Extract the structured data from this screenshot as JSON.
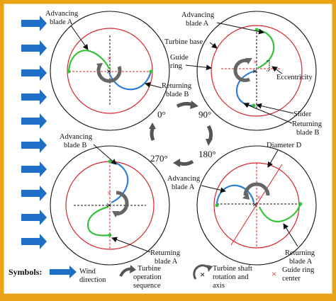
{
  "labels": {
    "advancing_a_1": "Advancing",
    "advancing_a_2": "blade A",
    "advancing_a2_1": "Advancing",
    "advancing_a2_2": "blade A",
    "turbine_base": "Turbine base",
    "guide_ring_1": "Guide",
    "guide_ring_2": "ring",
    "eccentricity": "Eccentricity",
    "returning_b_1": "Returning",
    "returning_b_2": "blade B",
    "slider": "Slider",
    "returning_b2_1": "Returning",
    "returning_b2_2": "blade B",
    "advancing_b_1": "Advancing",
    "advancing_b_2": "blade B",
    "diameter": "Diameter D",
    "advancing_a3_1": "Advancing",
    "advancing_a3_2": "blade A",
    "returning_a_1": "Returning",
    "returning_a_2": "blade A",
    "returning_a2_1": "Returning",
    "returning_a2_2": "blade A"
  },
  "angles": {
    "deg0": "0°",
    "deg90": "90°",
    "deg180": "180°",
    "deg270": "270°"
  },
  "legend": {
    "symbols": "Symbols:",
    "wind_1": "Wind",
    "wind_2": "direction",
    "sequence_1": "Turbine",
    "sequence_2": "operation",
    "sequence_3": "sequence",
    "shaft_1": "Turbine shaft",
    "shaft_2": "rotation and",
    "shaft_3": "axis",
    "ring_1": "Guide ring",
    "ring_2": "center"
  },
  "colors": {
    "background": "#e8a416",
    "panel": "#ffffff",
    "wind_arrow": "#1f6fc8",
    "guide_ring": "#d8232a",
    "advancing_blade": "#35c13a",
    "returning_blade": "#2d7ed6",
    "axis": "#111111"
  },
  "icons": [
    "wind-arrow-icon",
    "sequence-arrow-icon",
    "shaft-rotation-icon",
    "axis-cross-icon",
    "ring-center-cross-icon"
  ]
}
